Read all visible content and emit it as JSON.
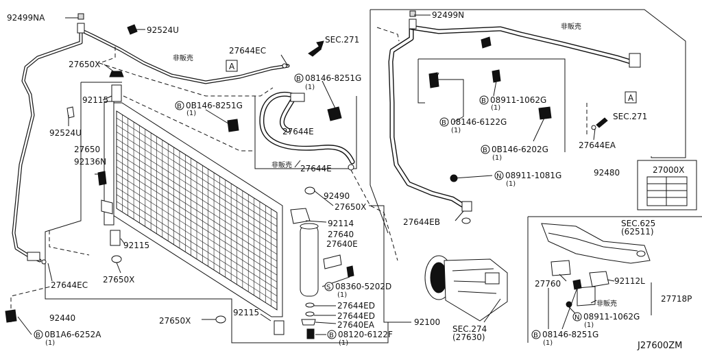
{
  "title": "J27600ZM",
  "labels": {
    "p92499NA": "92499NA",
    "p92524U_a": "92524U",
    "p27644EC_a": "27644EC",
    "sec271_a": "SEC.271",
    "hihanbai_a": "非販売",
    "boxA_a": "A",
    "p27650X_a": "27650X",
    "b08146_8251G_a": "08146-8251G",
    "b08146_8251G_a_q": "(1)",
    "p92115_a": "92115",
    "b0B146_8251G_b": "0B146-8251G",
    "b0B146_8251G_b_q": "(1)",
    "p92524U_b": "92524U",
    "p27644E_a": "27644E",
    "p27650": "27650",
    "p92136N": "92136N",
    "hihanbai_b": "非販売",
    "p27644E_b": "27644E",
    "p92490": "92490",
    "p27650X_b": "27650X",
    "p92114": "92114",
    "p27640": "27640",
    "p27640E": "27640E",
    "p92115_b": "92115",
    "p27650X_c": "27650X",
    "p27644EC_b": "27644EC",
    "s08360_5202D": "08360-5202D",
    "s08360_5202D_q": "(1)",
    "p27644ED_a": "27644ED",
    "p27644ED_b": "27644ED",
    "p27640EA": "27640EA",
    "b08120_6122F": "08120-6122F",
    "b08120_6122F_q": "(1)",
    "p92100": "92100",
    "p92440": "92440",
    "p27650X_d": "27650X",
    "p92115_c": "92115",
    "b0B1A6_6252A": "0B1A6-6252A",
    "b0B1A6_6252A_q": "(1)",
    "p92499N": "92499N",
    "hihanbai_c": "非販売",
    "b08911_1062G_a": "08911-1062G",
    "b08911_1062G_a_q": "(1)",
    "boxA_b": "A",
    "b08146_6122G": "08146-6122G",
    "b08146_6122G_q": "(1)",
    "sec271_b": "SEC.271",
    "b0B146_6202G": "0B146-6202G",
    "b0B146_6202G_q": "(1)",
    "p27644EA": "27644EA",
    "p92480": "92480",
    "n08911_1081G": "08911-1081G",
    "n08911_1081G_q": "(1)",
    "p27000X": "27000X",
    "p27644EB": "27644EB",
    "sec625": "SEC.625",
    "sec625_sub": "(62511)",
    "sec274": "SEC.274",
    "sec274_sub": "(27630)",
    "p27760": "27760",
    "p92112L": "92112L",
    "p27718P": "27718P",
    "hihanbai_d": "非販売",
    "n08911_1062G_b": "08911-1062G",
    "n08911_1062G_b_q": "(1)",
    "b08146_8251G_c": "08146-8251G",
    "b08146_8251G_c_q": "(1)"
  },
  "markers": {
    "B": "B",
    "S": "S",
    "N": "N"
  }
}
